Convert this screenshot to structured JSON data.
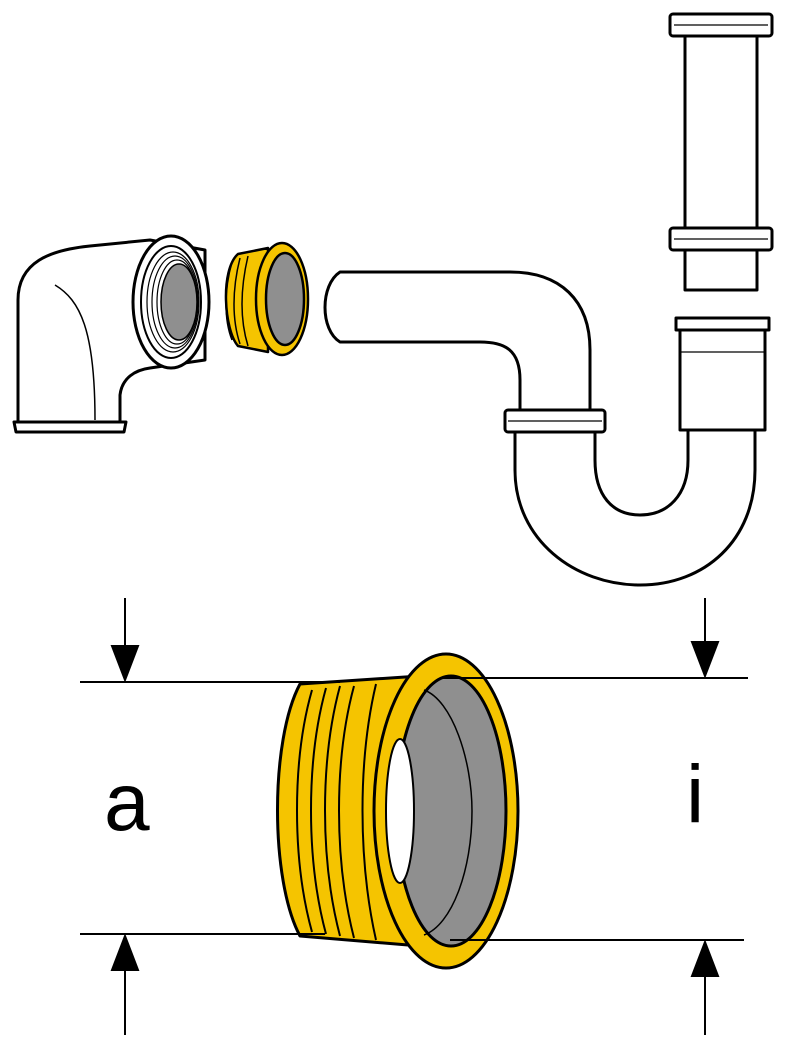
{
  "diagram": {
    "labels": {
      "outer_diameter": "a",
      "inner_diameter": "i"
    },
    "colors": {
      "adapter_yellow": "#F5C400",
      "interior_gray": "#8F8F8F",
      "outline": "#000000",
      "background": "#FFFFFF"
    },
    "parts": [
      "elbow-fitting",
      "adapter-ring",
      "siphon-trap",
      "tailpiece-tube"
    ]
  }
}
